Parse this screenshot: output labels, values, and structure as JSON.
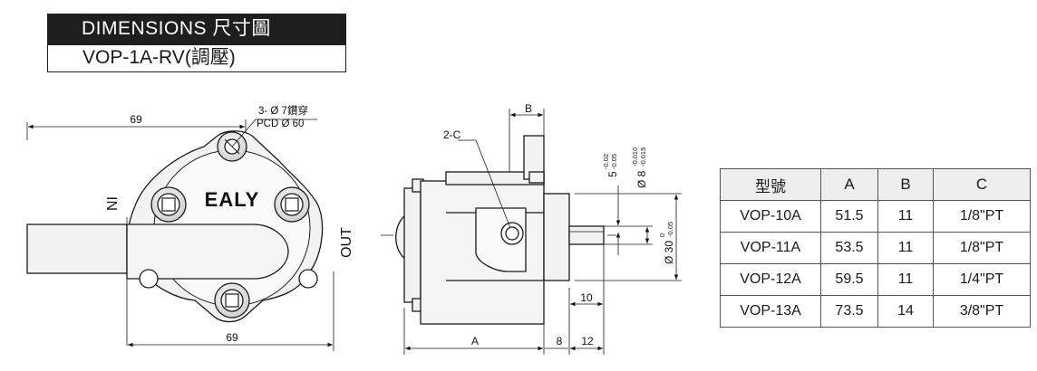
{
  "header": {
    "title": "DIMENSIONS 尺寸圖",
    "model": "VOP-1A-RV(調壓)"
  },
  "front_view": {
    "dim_top": "69",
    "dim_bottom": "69",
    "hole_note_line1": "3- Ø 7鑽穿",
    "hole_note_line2": "PCD Ø 60",
    "brand": "EALY",
    "port_in": "IN",
    "port_out": "OUT"
  },
  "side_view": {
    "dim_b": "B",
    "dim_a": "A",
    "dim_8": "8",
    "dim_12": "12",
    "dim_10": "10",
    "chamfer": "2-C",
    "key_width": "5",
    "key_width_tol_upper": "-0.02",
    "key_width_tol_lower": "-0.05",
    "shaft_dia": "Ø 8",
    "shaft_dia_tol_upper": "-0.010",
    "shaft_dia_tol_lower": "-0.015",
    "pilot_dia": "Ø 30",
    "pilot_dia_tol_upper": "0",
    "pilot_dia_tol_lower": "-0.05"
  },
  "spec_table": {
    "headers": [
      "型號",
      "A",
      "B",
      "C"
    ],
    "rows": [
      [
        "VOP-10A",
        "51.5",
        "11",
        "1/8\"PT"
      ],
      [
        "VOP-11A",
        "53.5",
        "11",
        "1/8\"PT"
      ],
      [
        "VOP-12A",
        "59.5",
        "11",
        "1/4\"PT"
      ],
      [
        "VOP-13A",
        "73.5",
        "14",
        "3/8\"PT"
      ]
    ]
  }
}
